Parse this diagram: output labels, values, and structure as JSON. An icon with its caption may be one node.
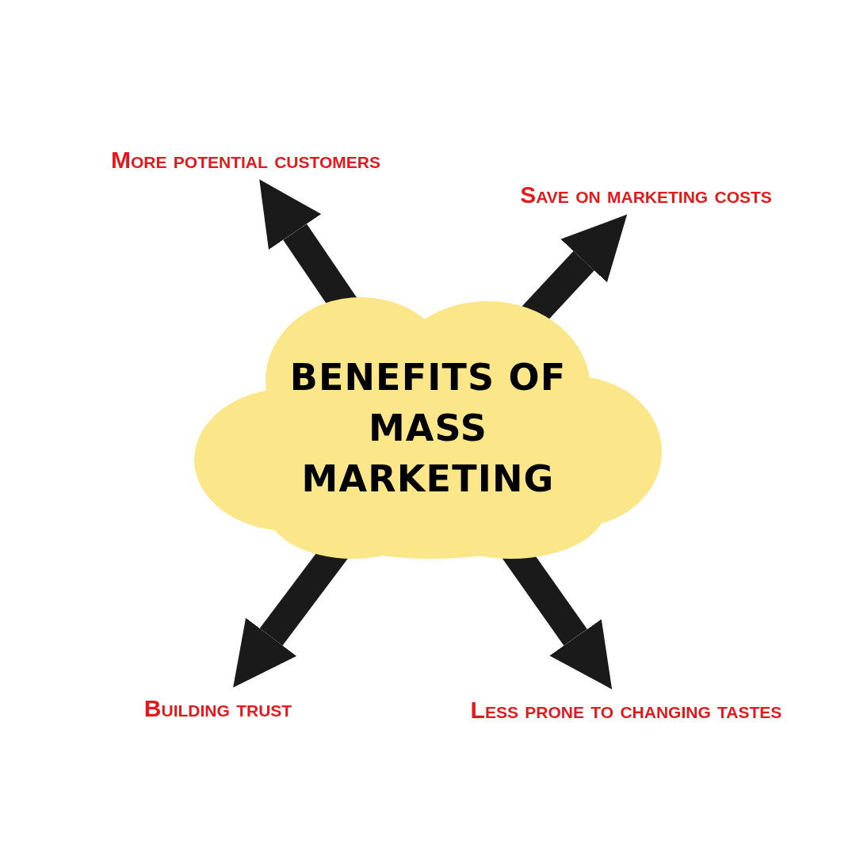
{
  "diagram": {
    "nodes": [
      {
        "text": [
          "BENEFITS OF MASS MARKETING"
        ]
      },
      {
        "text": [
          "More potential customers"
        ]
      },
      {
        "text": [
          "Save on marketing costs"
        ]
      },
      {
        "text": [
          "Building trust"
        ]
      },
      {
        "text": [
          "Less prone to changing tastes"
        ]
      }
    ],
    "edges": [
      {
        "from": 0,
        "to": 1,
        "arrow": "to"
      },
      {
        "from": 0,
        "to": 2,
        "arrow": "to"
      },
      {
        "from": 0,
        "to": 3,
        "arrow": "to"
      },
      {
        "from": 0,
        "to": 4,
        "arrow": "to"
      }
    ]
  }
}
